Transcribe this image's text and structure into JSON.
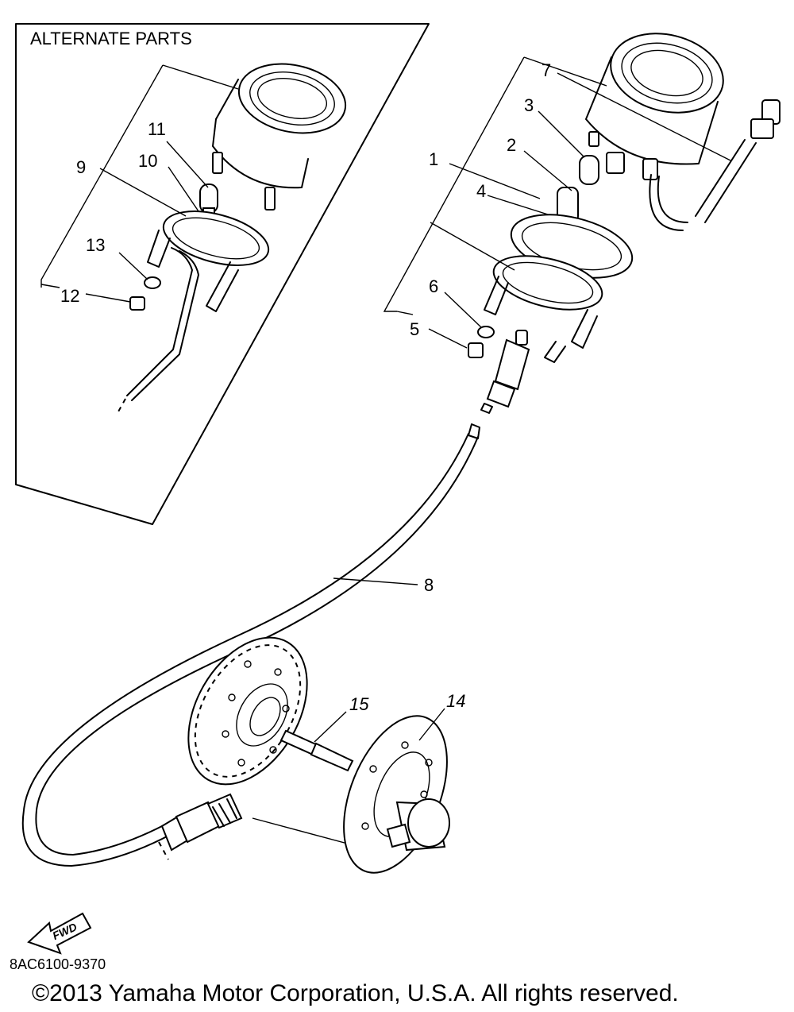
{
  "diagram": {
    "alternate_box_title": "ALTERNATE PARTS",
    "callouts": {
      "c1": "1",
      "c2": "2",
      "c3": "3",
      "c4": "4",
      "c5": "5",
      "c6": "6",
      "c7": "7",
      "c8": "8",
      "c9": "9",
      "c10": "10",
      "c11": "11",
      "c12": "12",
      "c13": "13",
      "c14": "14",
      "c15": "15"
    },
    "fwd_label": "FWD",
    "part_code": "8AC6100-9370"
  },
  "footer": {
    "copyright": "©2013 Yamaha Motor Corporation, U.S.A. All rights reserved."
  }
}
